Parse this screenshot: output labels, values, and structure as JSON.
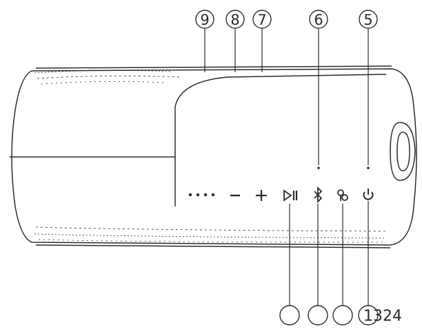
{
  "top_callouts": [
    {
      "id": "9",
      "label": "9"
    },
    {
      "id": "8",
      "label": "8"
    },
    {
      "id": "7",
      "label": "7"
    },
    {
      "id": "6",
      "label": "6"
    },
    {
      "id": "5",
      "label": "5"
    }
  ],
  "bottom_label": "1324",
  "colors": {
    "stroke": "#2a2a2a",
    "background": "#ffffff"
  }
}
